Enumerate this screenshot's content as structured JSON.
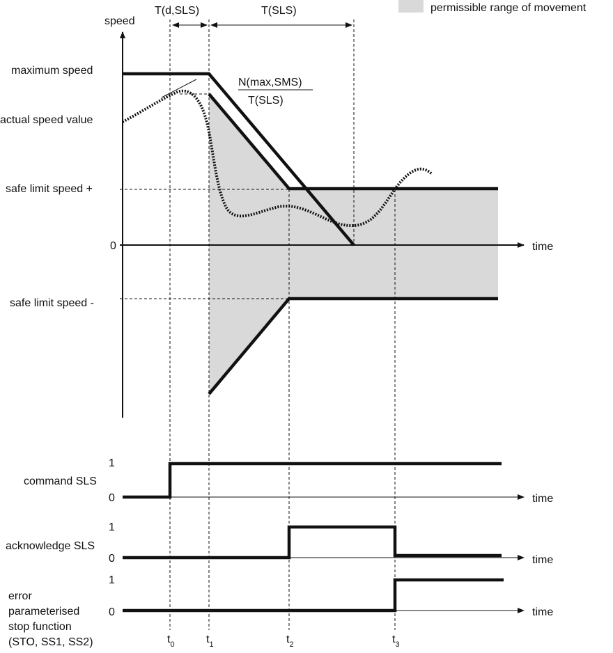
{
  "legend": {
    "range_label": "permissible range of movement",
    "range_color": "#d9d9d9"
  },
  "top": {
    "tdsls": "T(d,SLS)",
    "tsls": "T(SLS)",
    "axis_y": "speed",
    "axis_x": "time",
    "maximum_speed": "maximum speed",
    "actual_speed_value": "actual speed value",
    "safe_limit_plus": "safe limit speed +",
    "zero": "0",
    "safe_limit_minus": "safe limit speed -",
    "ramp_numerator": "N(max,SMS)",
    "ramp_denominator": "T(SLS)"
  },
  "signals": [
    {
      "label_lines": [
        "command SLS"
      ],
      "one": "1",
      "zero": "0",
      "time": "time"
    },
    {
      "label_lines": [
        "acknowledge SLS"
      ],
      "one": "1",
      "zero": "0",
      "time": "time"
    },
    {
      "label_lines": [
        "error",
        "parameterised",
        "stop function",
        "(STO, SS1, SS2)"
      ],
      "one": "1",
      "zero": "0",
      "time": "time"
    }
  ],
  "markers": [
    {
      "t": "t",
      "sub": "0"
    },
    {
      "t": "t",
      "sub": "1"
    },
    {
      "t": "t",
      "sub": "2"
    },
    {
      "t": "t",
      "sub": "3"
    }
  ]
}
